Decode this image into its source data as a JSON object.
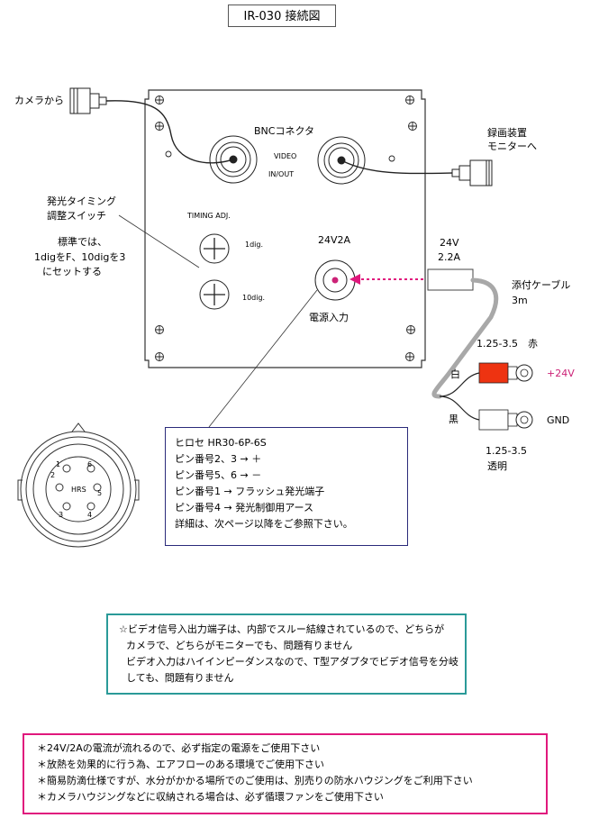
{
  "title": "IR-030 接続図",
  "camera_from": "カメラから",
  "recorder": [
    "録画装置",
    "モニターへ"
  ],
  "bnc_label": "BNCコネクタ",
  "video_label": [
    "VIDEO",
    "IN/OUT"
  ],
  "timing_label": "TIMING ADJ.",
  "dig1_label": "1dig.",
  "dig10_label": "10dig.",
  "power_rating": "24V2A",
  "power_input": "電源入力",
  "switch_title": [
    "発光タイミング",
    "調整スイッチ"
  ],
  "switch_desc": [
    "標準では、",
    "1digをF、10digを3",
    "にセットする"
  ],
  "cable_rating": [
    "24V",
    "2.2A"
  ],
  "cable_label": [
    "添付ケーブル",
    "3m"
  ],
  "red_spec": "1.25-3.5　赤",
  "white_label": "白",
  "black_label": "黒",
  "plus24v": "+24V",
  "gnd": "GND",
  "clear_spec": [
    "1.25-3.5",
    "透明"
  ],
  "connector_mark": "HRS",
  "pin_numbers": [
    "1",
    "2",
    "3",
    "4",
    "5",
    "6"
  ],
  "pin_info": [
    "ヒロセ HR30-6P-6S",
    "ピン番号2、3 → ＋",
    "ピン番号5、6 → －",
    "ピン番号1 → フラッシュ発光端子",
    "ピン番号4 → 発光制御用アース",
    "詳細は、次ページ以降をご参照下さい。"
  ],
  "video_note": [
    "☆ビデオ信号入出力端子は、内部でスルー結線されているので、どちらが",
    "カメラで、どちらがモニターでも、問題有りません",
    "ビデオ入力はハイインピーダンスなので、T型アダプタでビデオ信号を分岐",
    "しても、問題有りません"
  ],
  "warnings": [
    "＊24V/2Aの電流が流れるので、必ず指定の電源をご使用下さい",
    "＊放熱を効果的に行う為、エアフローのある環境でご使用下さい",
    "＊簡易防滴仕様ですが、水分がかかる場所でのご使用は、別売りの防水ハウジングをご利用下さい",
    "＊カメラハウジングなどに収納される場合は、必ず循環ファンをご使用下さい"
  ],
  "colors": {
    "dashed_arrow": "#e0187d",
    "red_terminal": "#ee3311",
    "plus_text": "#cc2277",
    "note_border": "#2a9a98",
    "warn_border": "#e0187d",
    "info_border": "#2a2a7a"
  }
}
